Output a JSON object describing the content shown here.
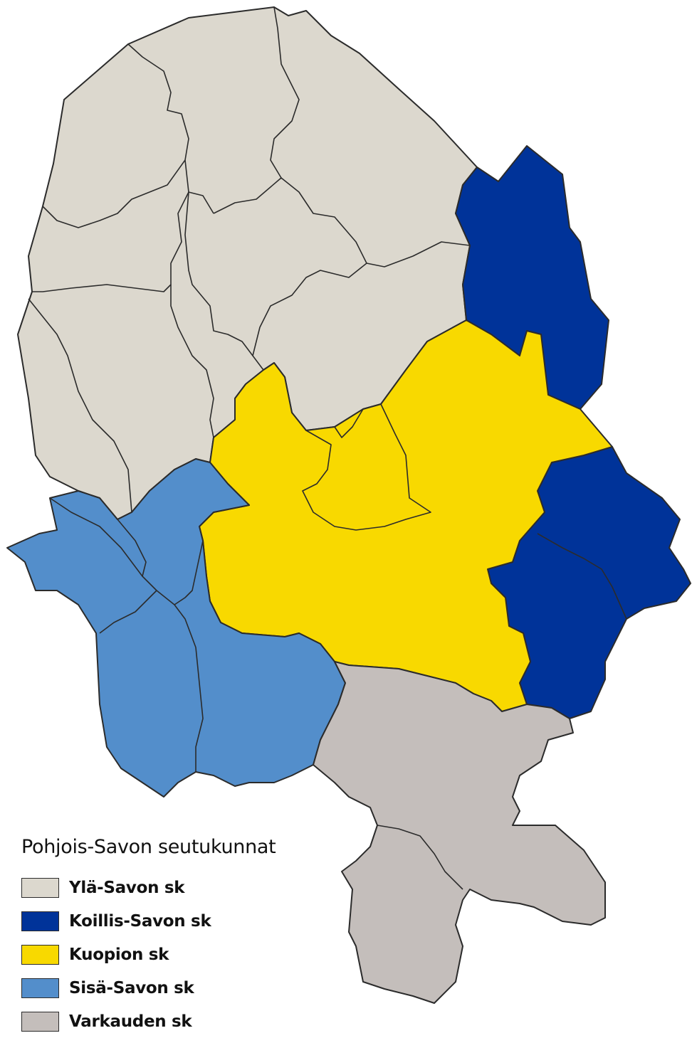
{
  "legend": {
    "title": "Pohjois-Savon seutukunnat",
    "items": [
      {
        "id": "yla-savo",
        "label": "Ylä-Savon sk",
        "color": "#dcd8ce"
      },
      {
        "id": "koillis-savo",
        "label": "Koillis-Savon sk",
        "color": "#003399"
      },
      {
        "id": "kuopio",
        "label": "Kuopion sk",
        "color": "#f8d900"
      },
      {
        "id": "sisa-savo",
        "label": "Sisä-Savon sk",
        "color": "#538ecb"
      },
      {
        "id": "varkaus",
        "label": "Varkauden sk",
        "color": "#c4bebb"
      }
    ]
  },
  "colors": {
    "border": "#2b2b2b",
    "background": "#ffffff"
  }
}
